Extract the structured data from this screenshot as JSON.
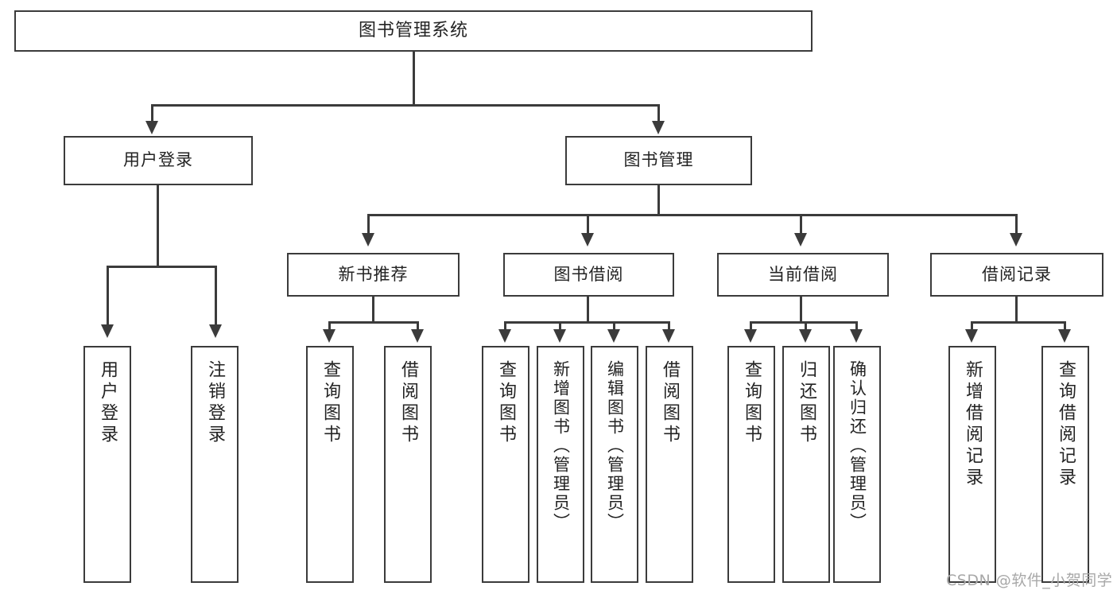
{
  "diagram": {
    "type": "tree",
    "title": "图书管理系统",
    "levels": 4,
    "root": {
      "id": "root",
      "label": "图书管理系统"
    },
    "level2": [
      {
        "id": "user-login",
        "label": "用户登录"
      },
      {
        "id": "book-manage",
        "label": "图书管理"
      }
    ],
    "level3": [
      {
        "id": "new-book-rec",
        "label": "新书推荐",
        "parent": "book-manage"
      },
      {
        "id": "book-borrow",
        "label": "图书借阅",
        "parent": "book-manage"
      },
      {
        "id": "current-borrow",
        "label": "当前借阅",
        "parent": "book-manage"
      },
      {
        "id": "borrow-record",
        "label": "借阅记录",
        "parent": "book-manage"
      }
    ],
    "leaves": [
      {
        "id": "leaf-user-login",
        "label": "用户登录",
        "parent": "user-login"
      },
      {
        "id": "leaf-user-logout",
        "label": "注销登录",
        "parent": "user-login"
      },
      {
        "id": "leaf-query-book-1",
        "label": "查询图书",
        "parent": "new-book-rec"
      },
      {
        "id": "leaf-borrow-book-1",
        "label": "借阅图书",
        "parent": "new-book-rec"
      },
      {
        "id": "leaf-query-book-2",
        "label": "查询图书",
        "parent": "book-borrow"
      },
      {
        "id": "leaf-add-book",
        "label": "新增图书（管理员）",
        "parent": "book-borrow"
      },
      {
        "id": "leaf-edit-book",
        "label": "编辑图书（管理员）",
        "parent": "book-borrow"
      },
      {
        "id": "leaf-borrow-book-2",
        "label": "借阅图书",
        "parent": "book-borrow"
      },
      {
        "id": "leaf-query-book-3",
        "label": "查询图书",
        "parent": "current-borrow"
      },
      {
        "id": "leaf-return-book",
        "label": "归还图书",
        "parent": "current-borrow"
      },
      {
        "id": "leaf-confirm-return",
        "label": "确认归还（管理员）",
        "parent": "current-borrow"
      },
      {
        "id": "leaf-add-record",
        "label": "新增借阅记录",
        "parent": "borrow-record"
      },
      {
        "id": "leaf-query-record",
        "label": "查询借阅记录",
        "parent": "borrow-record"
      }
    ],
    "colors": {
      "border": "#3b3b3b",
      "background": "#ffffff",
      "text": "#232323",
      "watermark": "#a8a8a8"
    }
  },
  "watermark": {
    "text": "CSDN @软件_小贺同学"
  }
}
